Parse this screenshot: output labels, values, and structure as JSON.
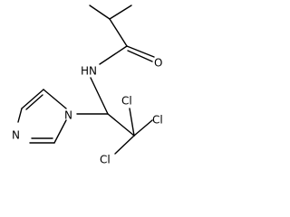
{
  "molecule": {
    "atoms": {
      "oxygen": "O",
      "amide_nitrogen": "HN",
      "imidazole_n1": "N",
      "imidazole_n3": "N",
      "chlorine_1": "Cl",
      "chlorine_2": "Cl",
      "chlorine_3": "Cl"
    }
  }
}
